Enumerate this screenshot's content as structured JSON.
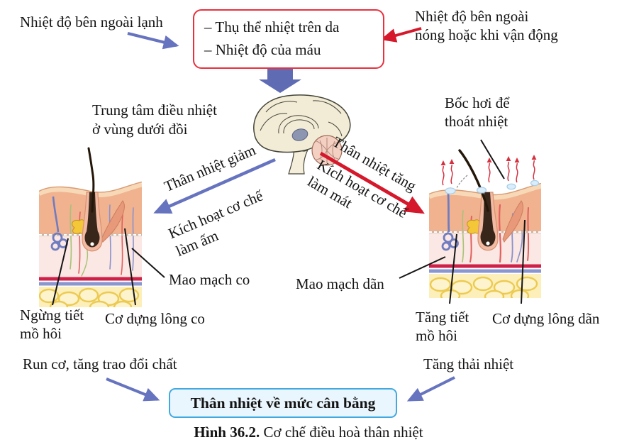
{
  "top": {
    "cold_label": "Nhiệt độ bên ngoài lạnh",
    "hot_label_line1": "Nhiệt độ bên ngoài",
    "hot_label_line2": "nóng hoặc khi vận động",
    "receptor_line1": "– Thụ thể nhiệt trên da",
    "receptor_line2": "– Nhiệt độ của máu"
  },
  "center": {
    "hypothalamus_line1": "Trung tâm điều nhiệt",
    "hypothalamus_line2": "ở vùng dưới đồi",
    "decrease_branch": {
      "title": "Thân nhiệt giảm",
      "action_line1": "Kích hoạt cơ chế",
      "action_line2": "làm ấm"
    },
    "increase_branch": {
      "title": "Thân nhiệt tăng",
      "action_line1": "Kích hoạt cơ chế",
      "action_line2": "làm mát"
    },
    "evaporation_line1": "Bốc hơi để",
    "evaporation_line2": "thoát nhiệt"
  },
  "skin": {
    "left_capillary": "Mao mạch co",
    "right_capillary": "Mao mạch dãn",
    "left_sweat_line1": "Ngừng tiết",
    "left_sweat_line2": "mồ hôi",
    "left_erector": "Cơ dựng lông co",
    "right_sweat_line1": "Tăng tiết",
    "right_sweat_line2": "mồ hôi",
    "right_erector": "Cơ dựng lông dãn"
  },
  "bottom": {
    "left_outcome": "Run cơ, tăng trao đổi chất",
    "right_outcome": "Tăng thải nhiệt",
    "balance": "Thân nhiệt về mức cân bằng",
    "caption_bold": "Hình 36.2.",
    "caption_text": " Cơ chế điều hoà thân nhiệt"
  },
  "colors": {
    "cold_accent": "#6673bf",
    "hot_accent": "#d5182b",
    "receptor_box_border": "#e8303f",
    "balance_box_border": "#41a9e1",
    "balance_box_bg": "#eaf6fd",
    "block_arrow": "#5f6cb3"
  }
}
